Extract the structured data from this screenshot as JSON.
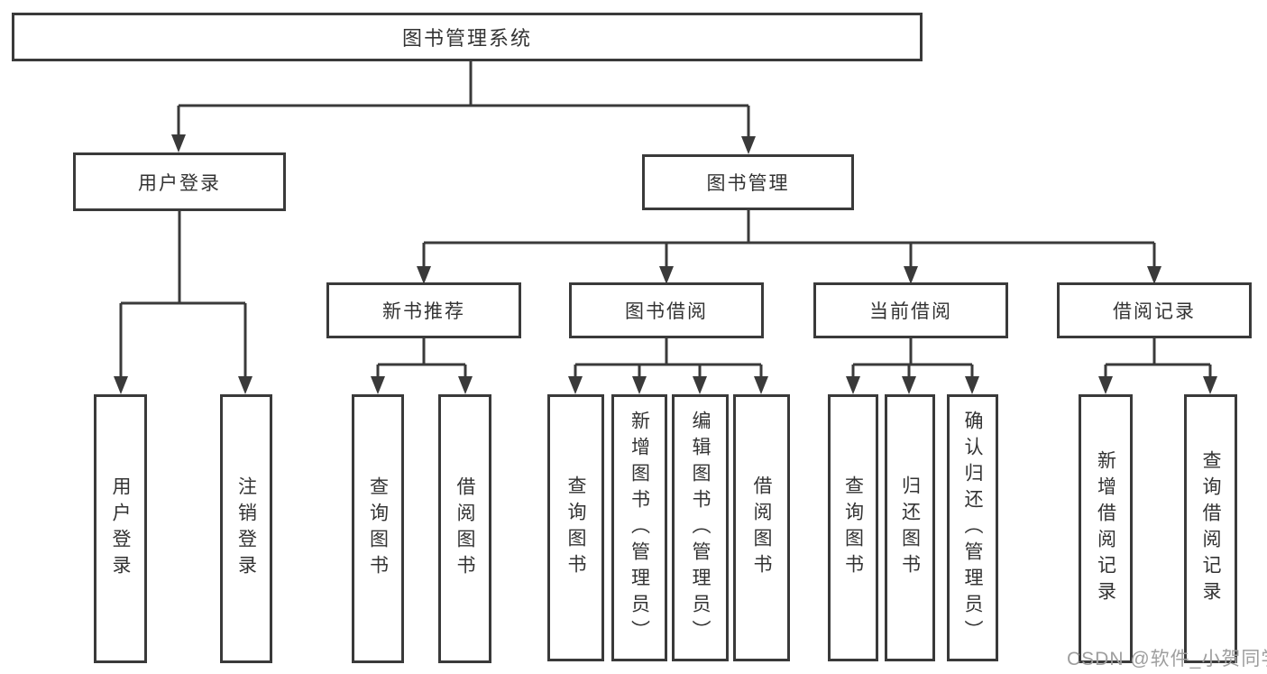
{
  "diagram": {
    "root": {
      "label": "图书管理系统"
    },
    "level2": [
      {
        "label": "用户登录"
      },
      {
        "label": "图书管理"
      }
    ],
    "level3": [
      {
        "label": "新书推荐"
      },
      {
        "label": "图书借阅"
      },
      {
        "label": "当前借阅"
      },
      {
        "label": "借阅记录"
      }
    ],
    "leaves": {
      "user_login": [
        {
          "label": "用户登录"
        },
        {
          "label": "注销登录"
        }
      ],
      "new_books": [
        {
          "label": "查询图书"
        },
        {
          "label": "借阅图书"
        }
      ],
      "book_borrowing": [
        {
          "label": "查询图书"
        },
        {
          "label": "新增图书（管理员）"
        },
        {
          "label": "编辑图书（管理员）"
        },
        {
          "label": "借阅图书"
        }
      ],
      "current_borrowing": [
        {
          "label": "查询图书"
        },
        {
          "label": "归还图书"
        },
        {
          "label": "确认归还（管理员）"
        }
      ],
      "borrowing_records": [
        {
          "label": "新增借阅记录"
        },
        {
          "label": "查询借阅记录"
        }
      ]
    },
    "watermark": "CSDN @软件_小贺同学",
    "colors": {
      "line": "#3a3a3a",
      "text": "#333333",
      "watermark": "#9e9e9e",
      "background": "#ffffff"
    }
  }
}
